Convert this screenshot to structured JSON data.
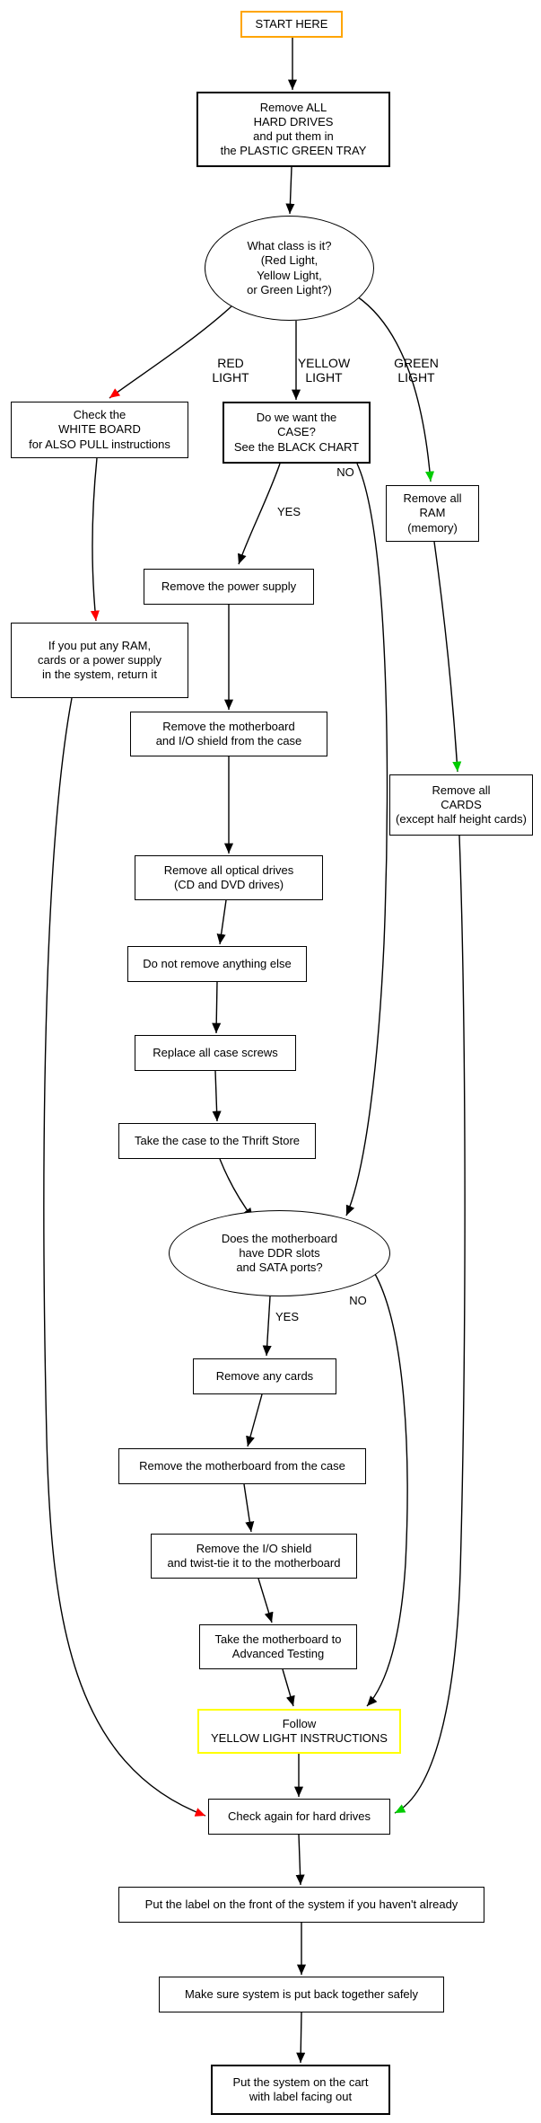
{
  "diagram": {
    "type": "flowchart",
    "colors": {
      "red": "#ff0000",
      "green": "#00cc00",
      "orange": "#ffa500",
      "yellow": "#ffff00",
      "black": "#000000"
    },
    "nodes": {
      "start": "START HERE",
      "remove_hard_drives": "Remove ALL\nHARD DRIVES\nand put them in\nthe PLASTIC GREEN TRAY",
      "what_class": "What class is it?\n(Red Light,\nYellow Light,\nor Green Light?)",
      "check_whiteboard": "Check the\nWHITE BOARD\nfor ALSO PULL instructions",
      "want_case": "Do we want the\nCASE?\nSee the BLACK CHART",
      "remove_ram": "Remove all\nRAM\n(memory)",
      "power_supply": "Remove the power supply",
      "return_it": "If you put any RAM,\ncards or a power supply\nin the system, return it",
      "motherboard_io": "Remove the motherboard\nand I/O shield from the case",
      "remove_cards_green": "Remove all\nCARDS\n(except half height cards)",
      "optical": "Remove all optical drives\n(CD and DVD drives)",
      "nothing_else": "Do not remove anything else",
      "screws": "Replace all case screws",
      "thrift": "Take the case to the Thrift Store",
      "ddr_sata": "Does the motherboard\nhave DDR slots\nand SATA ports?",
      "any_cards": "Remove any cards",
      "mb_from_case": "Remove the motherboard from the case",
      "io_twist": "Remove the I/O shield\nand twist-tie it to the motherboard",
      "advanced": "Take the motherboard to\nAdvanced Testing",
      "follow_yellow": "Follow\nYELLOW LIGHT INSTRUCTIONS",
      "check_again": "Check again for hard drives",
      "label_front": "Put the label on the front of the system if you haven't already",
      "back_together": "Make sure system is put back together safely",
      "cart": "Put the system on the cart\nwith label facing out"
    },
    "edge_labels": {
      "red_light": "RED\nLIGHT",
      "yellow_light": "YELLOW\nLIGHT",
      "green_light": "GREEN\nLIGHT",
      "case_no": "NO",
      "case_yes": "YES",
      "ddr_yes": "YES",
      "ddr_no": "NO"
    }
  }
}
